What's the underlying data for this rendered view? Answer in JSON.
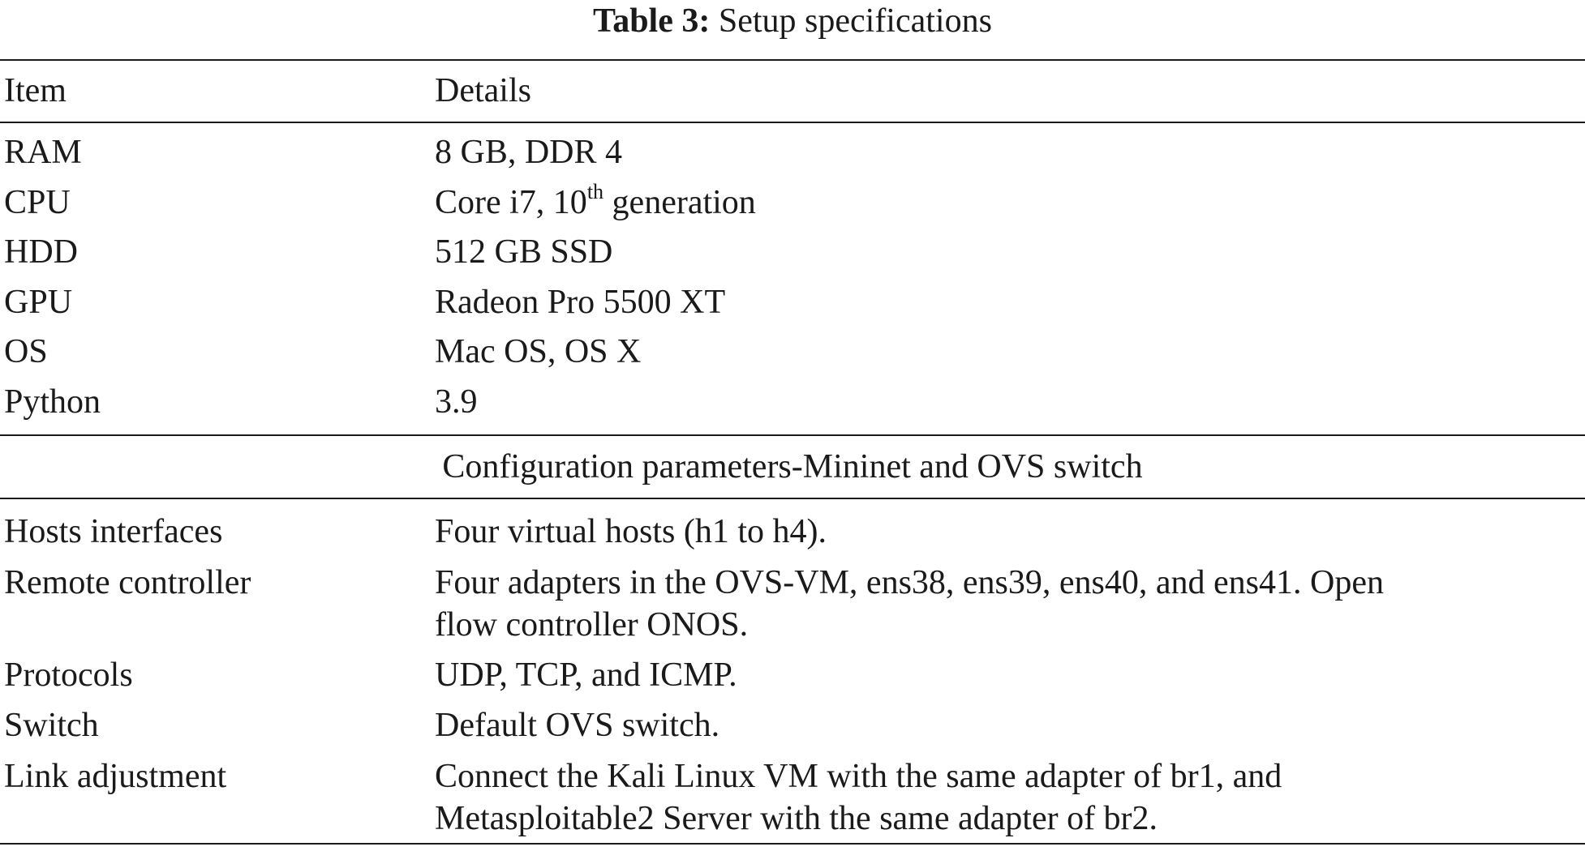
{
  "caption": {
    "label": "Table 3:",
    "title": "Setup specifications"
  },
  "header": {
    "item": "Item",
    "details": "Details"
  },
  "rows": [
    {
      "item": "RAM",
      "details": "8 GB, DDR 4"
    },
    {
      "item": "CPU",
      "details_before": "Core i7, 10",
      "details_sup": "th",
      "details_after": " generation"
    },
    {
      "item": "HDD",
      "details": "512 GB SSD"
    },
    {
      "item": "GPU",
      "details": "Radeon Pro 5500 XT"
    },
    {
      "item": "OS",
      "details": "Mac OS, OS X"
    },
    {
      "item": "Python",
      "details": "3.9"
    }
  ],
  "section_heading": "Configuration parameters-Mininet and OVS switch",
  "config_rows": [
    {
      "item": "Hosts interfaces",
      "details": [
        "Four virtual hosts (h1 to h4)."
      ]
    },
    {
      "item": "Remote controller",
      "details": [
        "Four adapters in the OVS-VM, ens38, ens39, ens40, and ens41. Open",
        "flow controller ONOS."
      ]
    },
    {
      "item": "Protocols",
      "details": [
        "UDP, TCP, and ICMP."
      ]
    },
    {
      "item": "Switch",
      "details": [
        "Default OVS switch."
      ]
    },
    {
      "item": "Link adjustment",
      "details": [
        "Connect the Kali Linux VM with the same adapter of br1, and",
        "Metasploitable2 Server with the same adapter of br2."
      ]
    }
  ]
}
